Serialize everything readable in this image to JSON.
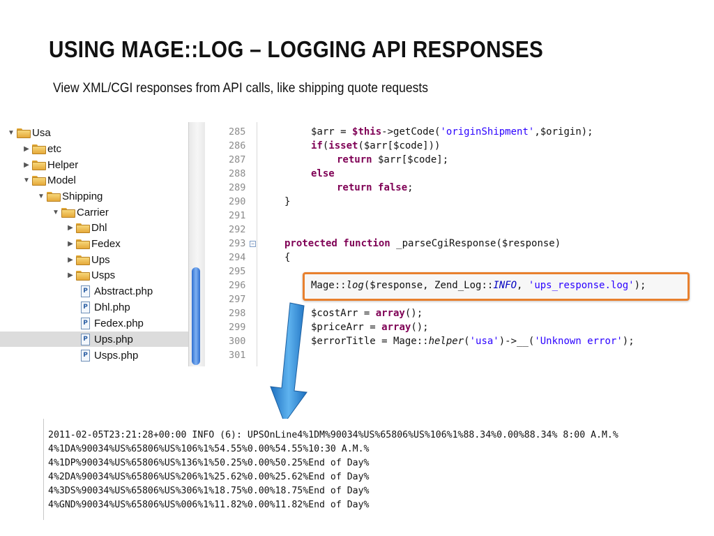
{
  "slide": {
    "title": "USING MAGE::LOG – LOGGING API RESPONSES",
    "subtitle": "View XML/CGI responses from API calls, like shipping quote requests"
  },
  "tree": {
    "items": [
      {
        "label": "Usa",
        "kind": "folder",
        "state": "expanded"
      },
      {
        "label": "etc",
        "kind": "folder",
        "state": "collapsed"
      },
      {
        "label": "Helper",
        "kind": "folder",
        "state": "collapsed"
      },
      {
        "label": "Model",
        "kind": "folder",
        "state": "expanded"
      },
      {
        "label": "Shipping",
        "kind": "folder",
        "state": "expanded"
      },
      {
        "label": "Carrier",
        "kind": "folder",
        "state": "expanded"
      },
      {
        "label": "Dhl",
        "kind": "folder",
        "state": "collapsed"
      },
      {
        "label": "Fedex",
        "kind": "folder",
        "state": "collapsed"
      },
      {
        "label": "Ups",
        "kind": "folder",
        "state": "collapsed"
      },
      {
        "label": "Usps",
        "kind": "folder",
        "state": "collapsed"
      },
      {
        "label": "Abstract.php",
        "kind": "file"
      },
      {
        "label": "Dhl.php",
        "kind": "file"
      },
      {
        "label": "Fedex.php",
        "kind": "file"
      },
      {
        "label": "Ups.php",
        "kind": "file",
        "selected": true
      },
      {
        "label": "Usps.php",
        "kind": "file"
      }
    ],
    "file_icon_letter": "P"
  },
  "editor": {
    "line_numbers": [
      "285",
      "286",
      "287",
      "288",
      "289",
      "290",
      "291",
      "292",
      "293",
      "294",
      "295",
      "296",
      "297",
      "298",
      "299",
      "300",
      "301"
    ],
    "fold_marker": "−",
    "highlight_color": "#e8802e"
  },
  "log": {
    "lines": [
      "2011-02-05T23:21:28+00:00 INFO (6): UPSOnLine4%1DM%90034%US%65806%US%106%1%88.34%0.00%88.34% 8:00 A.M.%",
      "4%1DA%90034%US%65806%US%106%1%54.55%0.00%54.55%10:30 A.M.%",
      "4%1DP%90034%US%65806%US%136%1%50.25%0.00%50.25%End of Day%",
      "4%2DA%90034%US%65806%US%206%1%25.62%0.00%25.62%End of Day%",
      "4%3DS%90034%US%65806%US%306%1%18.75%0.00%18.75%End of Day%",
      "4%GND%90034%US%65806%US%006%1%11.82%0.00%11.82%End of Day%"
    ]
  },
  "colors": {
    "keyword": "#7f0055",
    "string": "#2a00ff",
    "arrow": "#2f8fd8"
  }
}
